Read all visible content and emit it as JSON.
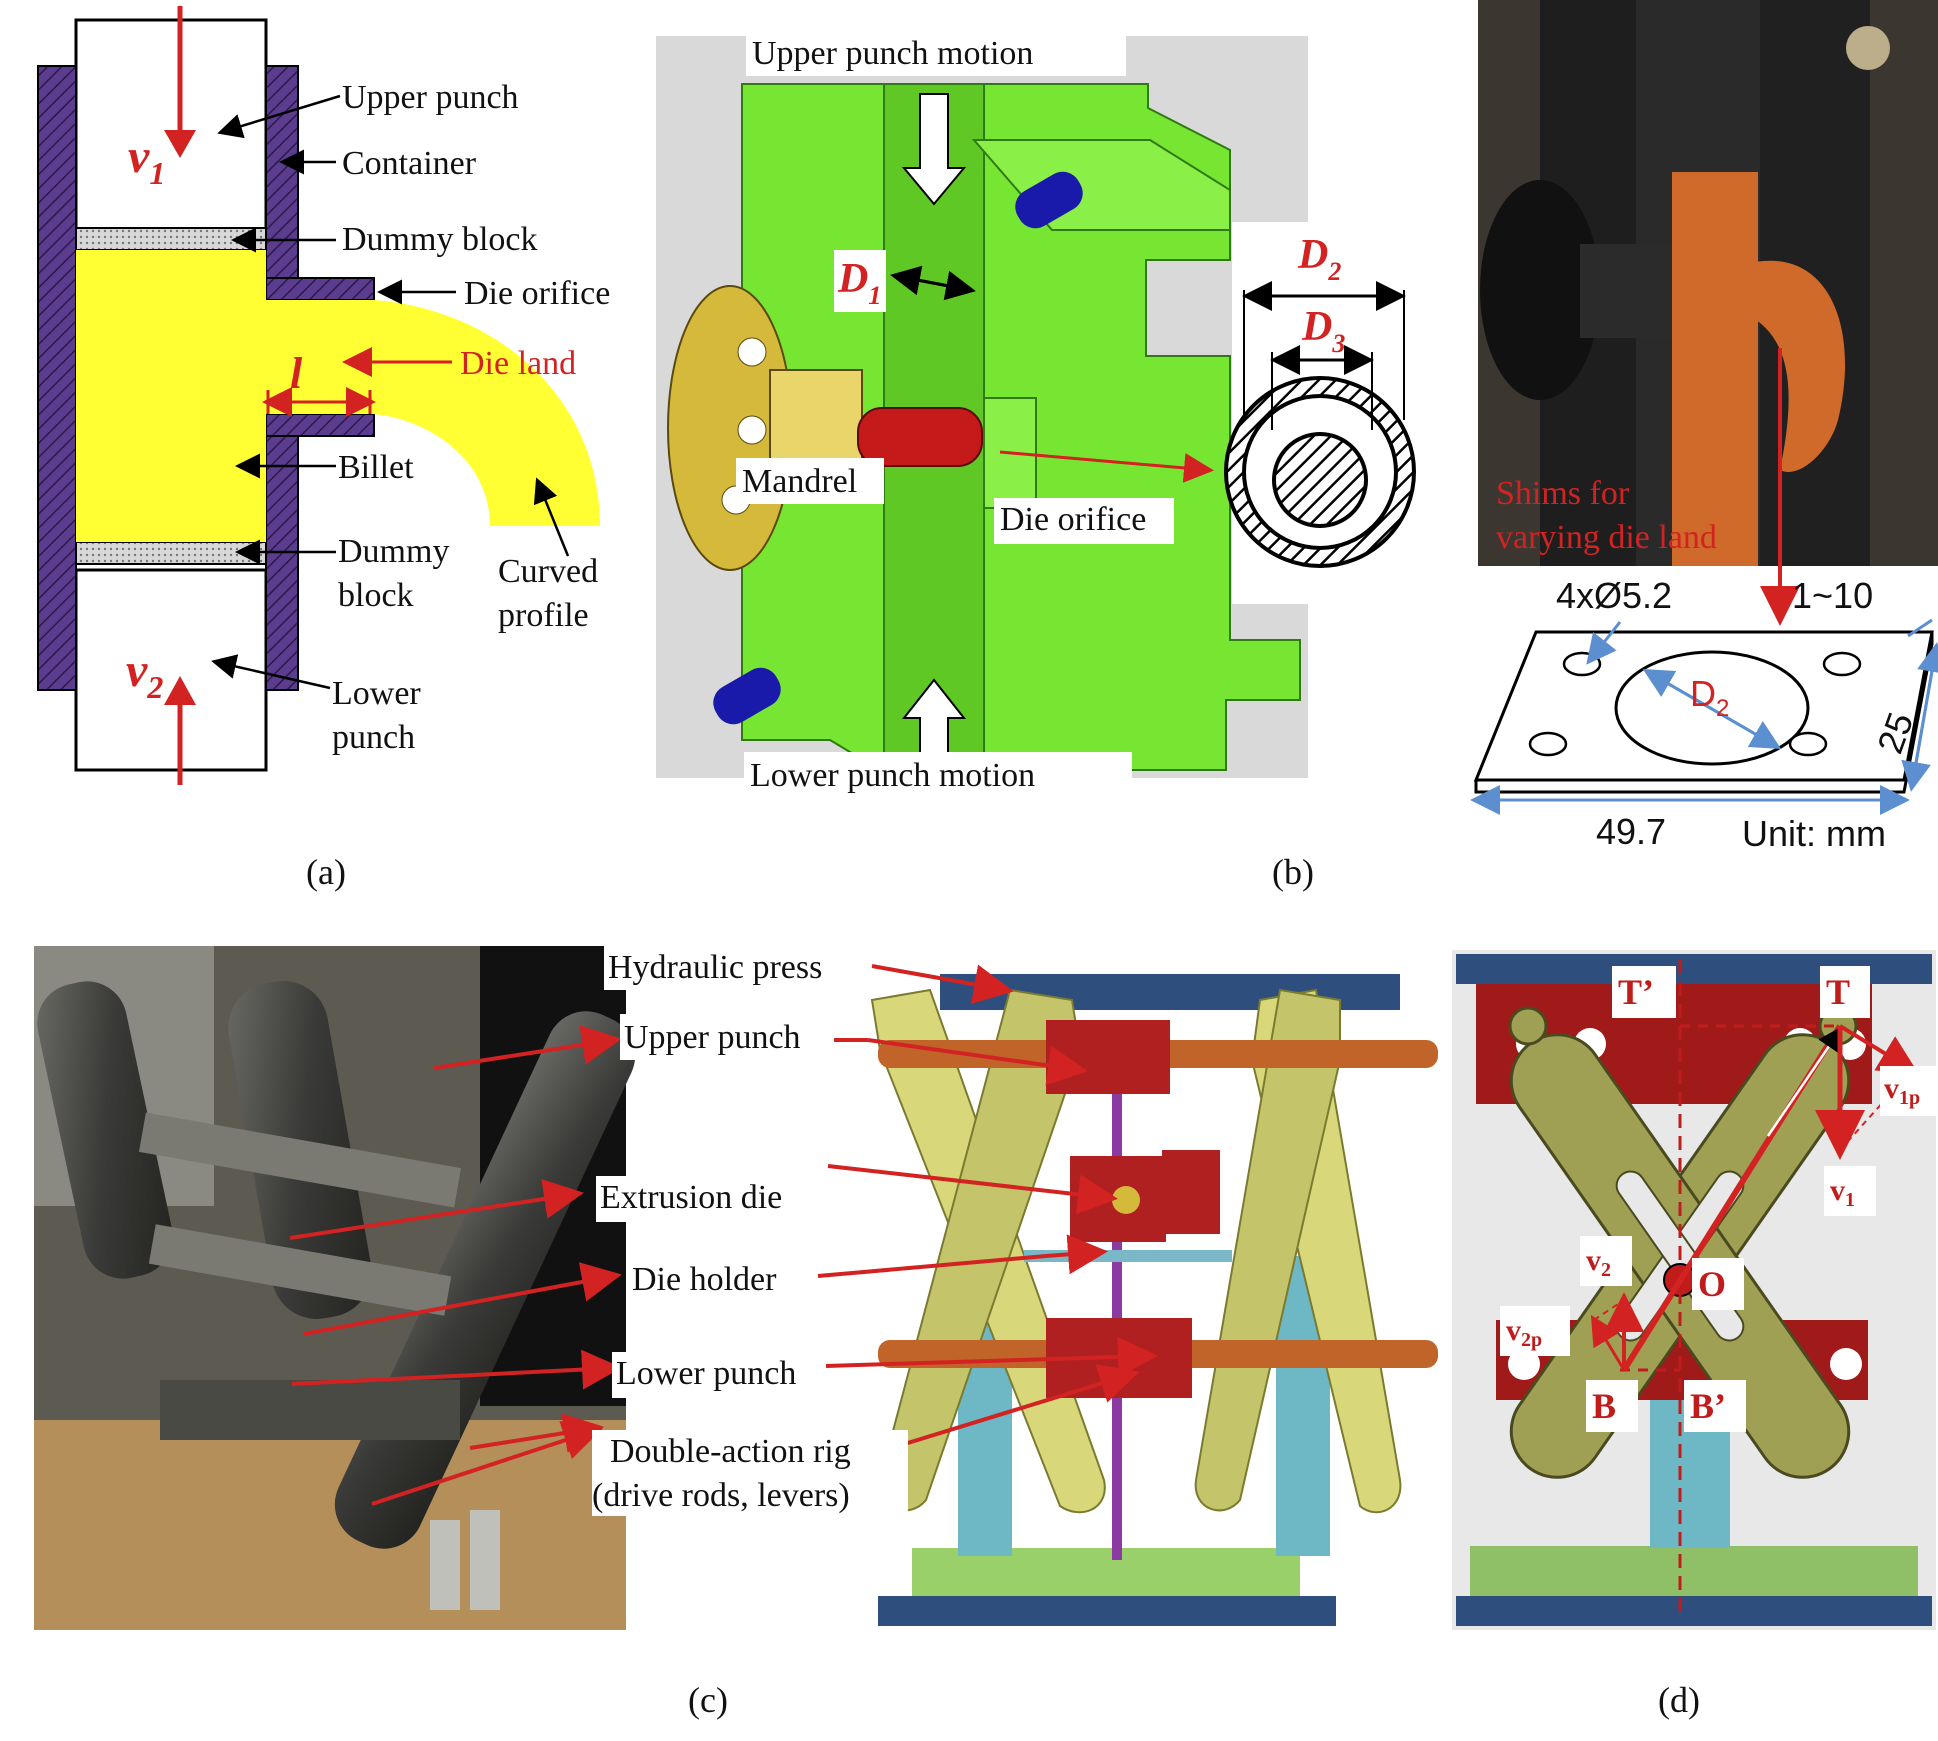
{
  "panel_a": {
    "v1": "v",
    "v1_sub": "1",
    "v2": "v",
    "v2_sub": "2",
    "upper_punch": "Upper punch",
    "container": "Container",
    "dummy_block_top": "Dummy block",
    "die_orifice": "Die orifice",
    "l": "l",
    "die_land": "Die land",
    "billet": "Billet",
    "dummy_block_bottom_1": "Dummy",
    "dummy_block_bottom_2": "block",
    "curved_profile_1": "Curved",
    "curved_profile_2": "profile",
    "lower_punch_1": "Lower",
    "lower_punch_2": "punch",
    "caption": "(a)"
  },
  "panel_b": {
    "upper_motion": "Upper punch motion",
    "lower_motion": "Lower punch motion",
    "d1": "D",
    "d1_sub": "1",
    "d2": "D",
    "d2_sub": "2",
    "d3": "D",
    "d3_sub": "3",
    "mandrel": "Mandrel",
    "die_orifice": "Die orifice",
    "caption": "(b)"
  },
  "panel_b_photo": {
    "shims_1": "Shims for",
    "shims_2": "varying die land",
    "holes": "4xØ5.2",
    "thickness": "1~10",
    "d2": "D",
    "d2_sub": "2",
    "width": "25",
    "length": "49.7",
    "unit": "Unit: mm"
  },
  "panel_c": {
    "hydraulic_press": "Hydraulic press",
    "upper_punch": "Upper punch",
    "extrusion_die": "Extrusion die",
    "die_holder": "Die holder",
    "lower_punch": "Lower punch",
    "rig_1": "Double-action rig",
    "rig_2": "(drive rods, levers)",
    "caption": "(c)"
  },
  "panel_d": {
    "T_prime": "T’",
    "T": "T",
    "v1p": "v",
    "v1p_sub": "1p",
    "v1": "v",
    "v1_sub": "1",
    "v2": "v",
    "v2_sub": "2",
    "O": "O",
    "v2p": "v",
    "v2p_sub": "2p",
    "B": "B",
    "B_prime": "B’",
    "caption": "(d)"
  },
  "colors": {
    "arrow_red": "#d32222",
    "billet_yellow": "#ffff33",
    "die_green": "#77e633",
    "container_purple": "#5b3c8e",
    "lever_olive": "#a0a055",
    "dim_blue": "#5b8fd0"
  }
}
